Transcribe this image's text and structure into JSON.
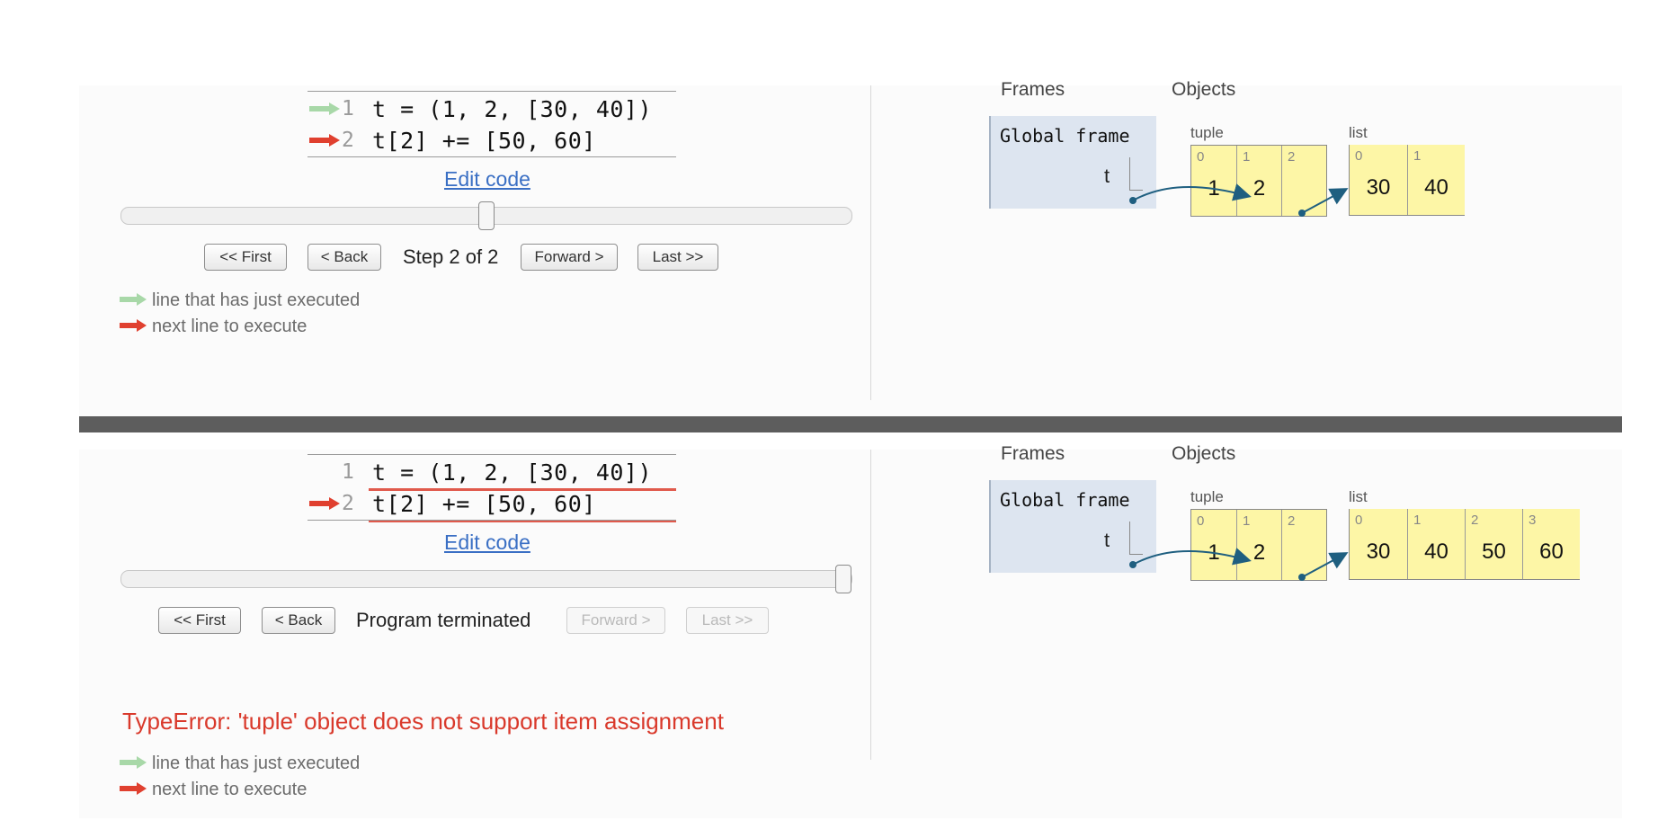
{
  "panels": [
    {
      "code": [
        {
          "num": "1",
          "text": "t = (1, 2, [30, 40])",
          "arrow": "green"
        },
        {
          "num": "2",
          "text": "t[2] += [50, 60]",
          "arrow": "red"
        }
      ],
      "edit_label": "Edit code",
      "slider_value_fraction": 0.5,
      "buttons": {
        "first": "<< First",
        "back": "< Back",
        "forward": "Forward >",
        "last": "Last >>"
      },
      "status": "Step 2 of 2",
      "legend": {
        "green": "line that has just executed",
        "red": "next line to execute"
      },
      "frames_header": "Frames",
      "objects_header": "Objects",
      "frame_title": "Global frame",
      "frame_var": "t",
      "tuple_label": "tuple",
      "tuple": [
        {
          "i": "0",
          "v": "1"
        },
        {
          "i": "1",
          "v": "2"
        },
        {
          "i": "2",
          "v": ""
        }
      ],
      "list_label": "list",
      "list": [
        {
          "i": "0",
          "v": "30"
        },
        {
          "i": "1",
          "v": "40"
        }
      ]
    },
    {
      "code": [
        {
          "num": "1",
          "text": "t = (1, 2, [30, 40])",
          "arrow": "none"
        },
        {
          "num": "2",
          "text": "t[2] += [50, 60]",
          "arrow": "red"
        }
      ],
      "edit_label": "Edit code",
      "slider_value_fraction": 1.0,
      "buttons": {
        "first": "<< First",
        "back": "< Back",
        "forward": "Forward >",
        "last": "Last >>"
      },
      "status": "Program terminated",
      "error": "TypeError: 'tuple' object does not support item assignment",
      "legend": {
        "green": "line that has just executed",
        "red": "next line to execute"
      },
      "frames_header": "Frames",
      "objects_header": "Objects",
      "frame_title": "Global frame",
      "frame_var": "t",
      "tuple_label": "tuple",
      "tuple": [
        {
          "i": "0",
          "v": "1"
        },
        {
          "i": "1",
          "v": "2"
        },
        {
          "i": "2",
          "v": ""
        }
      ],
      "list_label": "list",
      "list": [
        {
          "i": "0",
          "v": "30"
        },
        {
          "i": "1",
          "v": "40"
        },
        {
          "i": "2",
          "v": "50"
        },
        {
          "i": "3",
          "v": "60"
        }
      ]
    }
  ],
  "colors": {
    "green_arrow": "#a8d8a8",
    "red_arrow": "#e0402f",
    "pointer": "#1f5f80",
    "error": "#d9392b"
  }
}
